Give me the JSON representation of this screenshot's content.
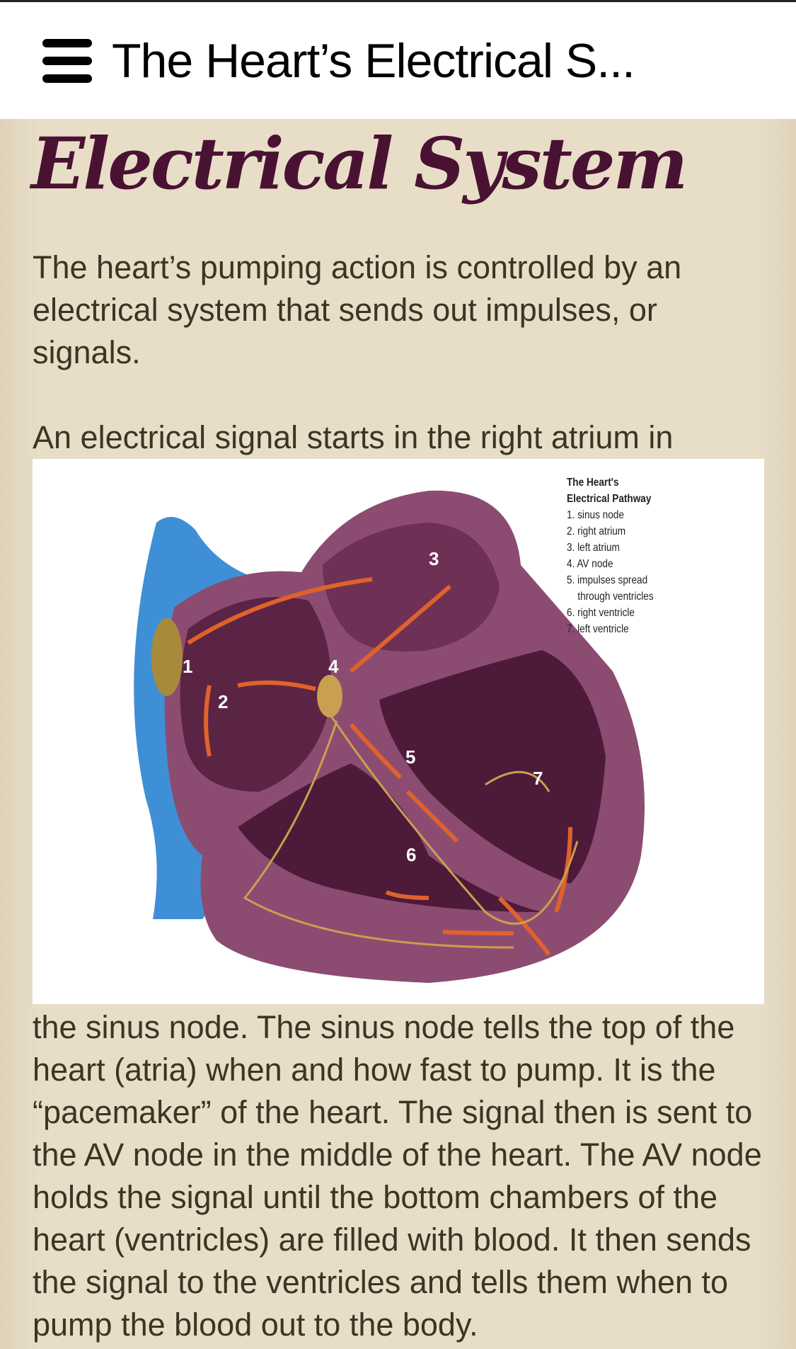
{
  "header": {
    "title": "The Heart’s Electrical S..."
  },
  "article": {
    "heading": "Electrical System",
    "para1": "The heart’s pumping action is controlled by an electrical system that sends out impulses, or signals.",
    "para2_start": "An electrical signal starts in the right atrium in",
    "para2_end": "the sinus node. The sinus node tells the top of the heart (atria) when and how fast to pump. It is the “pacemaker” of the heart. The signal then is sent to the AV node in the middle of the heart. The AV node holds the signal until the bottom chambers of the heart (ventricles) are filled with blood. It then sends the signal to the ventricles and tells them when to pump the blood out to the body."
  },
  "figure": {
    "legend_title_1": "The Heart's",
    "legend_title_2": "Electrical Pathway",
    "items": [
      "1. sinus node",
      "2. right atrium",
      "3. left atrium",
      "4. AV node",
      "5. impulses spread",
      "through ventricles",
      "6. right ventricle",
      "7. left ventricle"
    ],
    "labels": [
      "1",
      "2",
      "3",
      "4",
      "5",
      "6",
      "7"
    ]
  }
}
